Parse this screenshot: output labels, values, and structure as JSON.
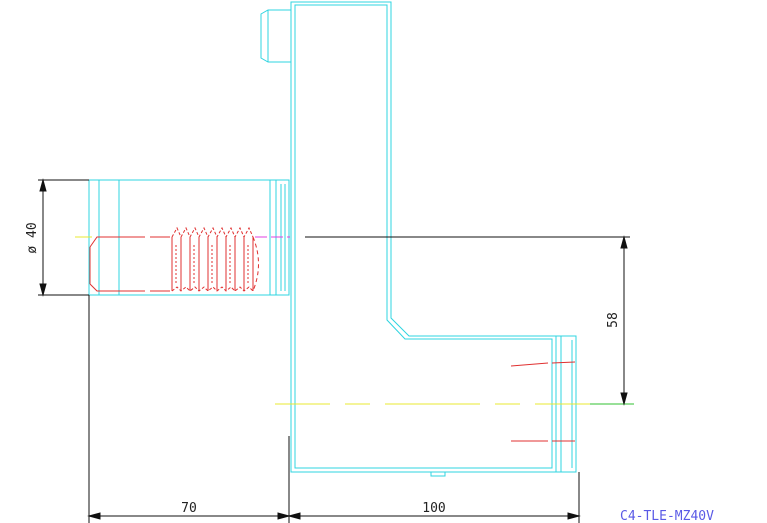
{
  "drawing": {
    "model_code": "C4-TLE-MZ40V",
    "dimensions": {
      "diameter_label": "ø 40",
      "offset_label": "58",
      "left_length_label": "70",
      "right_length_label": "100"
    }
  },
  "colors": {
    "outline": "#2fd4e0",
    "center_line": "#e8e830",
    "thread": "#e03030",
    "dimension": "#111111",
    "model_text": "#5a5ae6",
    "marker": "#e040e0",
    "green_tick": "#30c030"
  }
}
